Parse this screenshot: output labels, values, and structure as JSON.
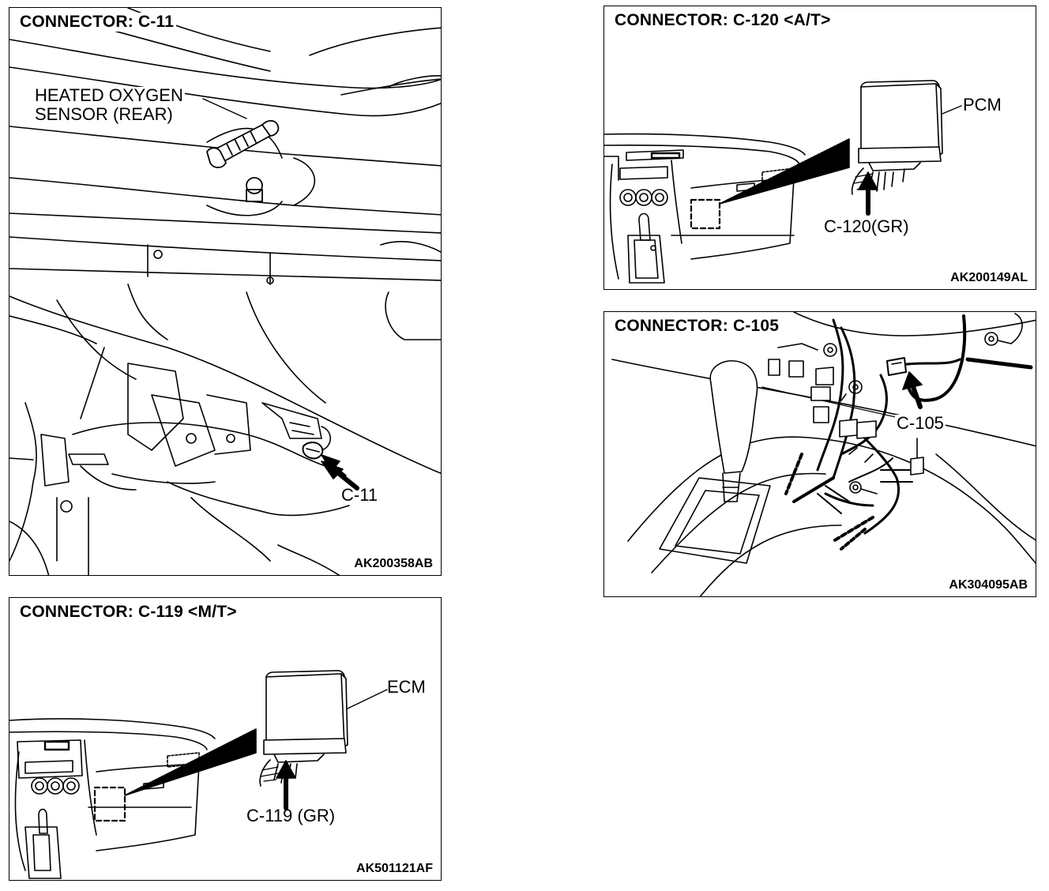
{
  "panels": {
    "c11": {
      "title": "CONNECTOR: C-11",
      "sensor_label_line1": "HEATED OXYGEN",
      "sensor_label_line2": "SENSOR (REAR)",
      "connector_label": "C-11",
      "code": "AK200358AB"
    },
    "c119": {
      "title": "CONNECTOR: C-119 <M/T>",
      "module_label": "ECM",
      "connector_label": "C-119 (GR)",
      "code": "AK501121AF"
    },
    "c120": {
      "title": "CONNECTOR: C-120 <A/T>",
      "module_label": "PCM",
      "connector_label": "C-120(GR)",
      "code": "AK200149AL"
    },
    "c105": {
      "title": "CONNECTOR: C-105",
      "connector_label": "C-105",
      "code": "AK304095AB"
    }
  }
}
